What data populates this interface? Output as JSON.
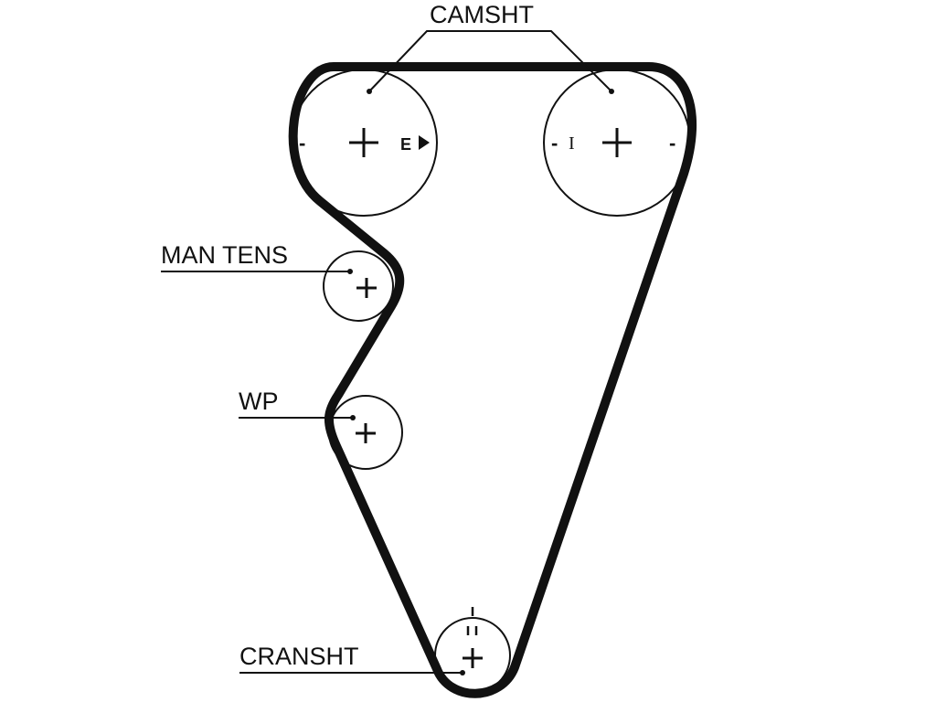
{
  "labels": {
    "camshaft": "CAMSHT",
    "manual_tensioner": "MAN TENS",
    "water_pump": "WP",
    "crankshaft": "CRANSHT"
  },
  "marks": {
    "left_cam_minus": "-",
    "left_cam_E": "E",
    "right_cam_minus_left": "-",
    "right_cam_I": "I",
    "right_cam_minus_right": "-",
    "crank_top": "I",
    "crank_double": "II"
  },
  "colors": {
    "belt": "#111111",
    "outline": "#111111",
    "background": "#ffffff"
  }
}
